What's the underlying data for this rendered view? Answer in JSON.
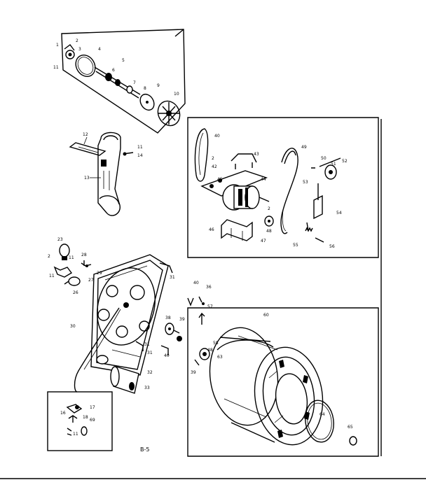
{
  "page_label": "B-5",
  "colors": {
    "ink": "#000000",
    "paper": "#ffffff"
  },
  "callouts": [
    "1",
    "2",
    "3",
    "4",
    "5",
    "6",
    "7",
    "8",
    "9",
    "10",
    "11",
    "12",
    "13",
    "14",
    "40",
    "2",
    "42",
    "43",
    "44",
    "45",
    "46",
    "2",
    "48",
    "47",
    "49",
    "50",
    "51",
    "52",
    "53",
    "54",
    "55",
    "56",
    "23",
    "2",
    "11",
    "28",
    "27",
    "26",
    "11",
    "29",
    "31",
    "30",
    "31",
    "32",
    "33",
    "40",
    "36",
    "57",
    "38",
    "39",
    "31",
    "58",
    "48",
    "63",
    "39",
    "18",
    "17",
    "16",
    "69",
    "11",
    "60",
    "64",
    "65"
  ]
}
